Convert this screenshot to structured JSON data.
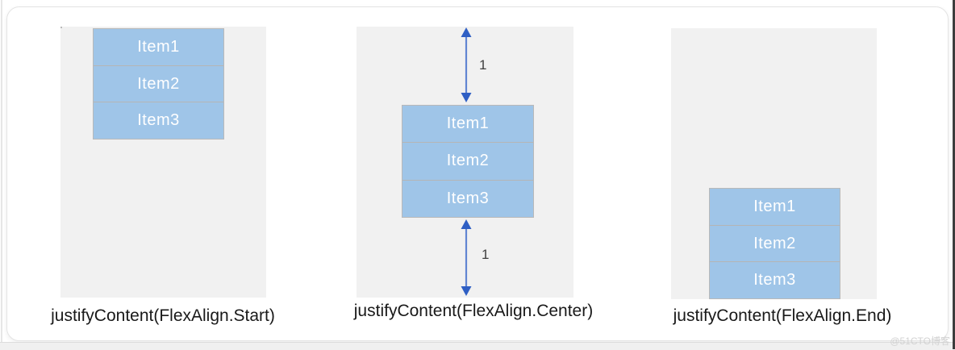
{
  "figure": {
    "panels": [
      {
        "label": "justifyContent(FlexAlign.Start)",
        "align": "start",
        "items": [
          "Item1",
          "Item2",
          "Item3"
        ]
      },
      {
        "label": "justifyContent(FlexAlign.Center)",
        "align": "center",
        "items": [
          "Item1",
          "Item2",
          "Item3"
        ],
        "gap_top": "1",
        "gap_bottom": "1"
      },
      {
        "label": "justifyContent(FlexAlign.End)",
        "align": "end",
        "items": [
          "Item1",
          "Item2",
          "Item3"
        ]
      }
    ],
    "watermark": "@51CTO博客"
  },
  "colors": {
    "item_fill": "#9fc5e8",
    "item_border": "#b5b5b5",
    "container_fill": "#f1f1f1",
    "arrow_head": "#2f5fc4",
    "arrow_shaft": "#6185d2",
    "caption_text": "#191919",
    "item_text": "#ffffff",
    "gap_text": "#3f3f3f"
  }
}
